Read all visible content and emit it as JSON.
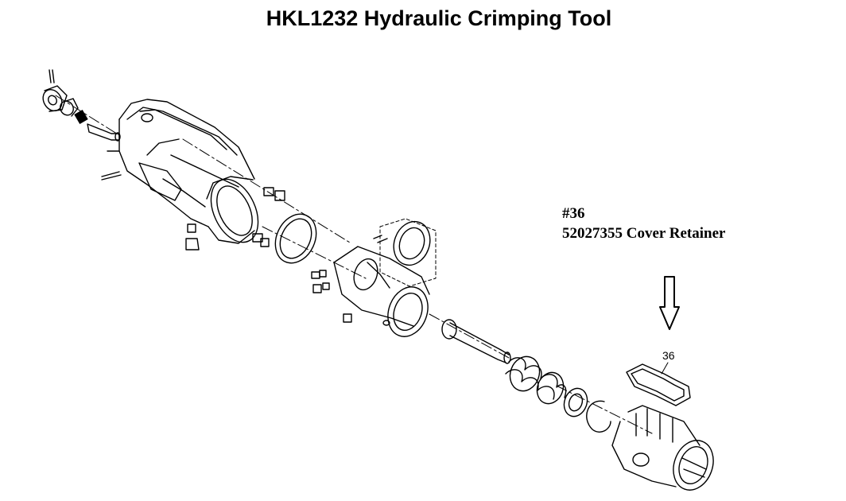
{
  "title": "HKL1232 Hydraulic Crimping Tool",
  "callout": {
    "number": "#36",
    "description": "52027355 Cover Retainer"
  },
  "part_label": "36"
}
